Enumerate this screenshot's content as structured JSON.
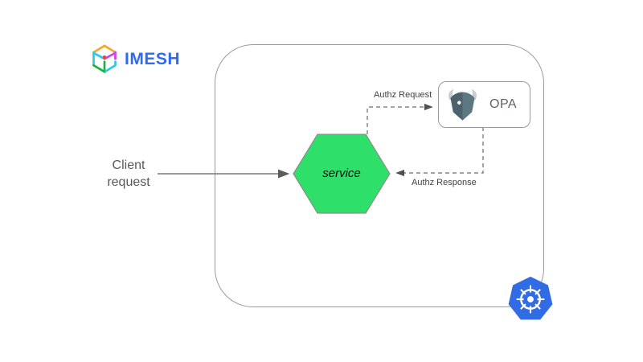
{
  "logo": {
    "brand": "IMESH",
    "brand_color": "#2F6BF0"
  },
  "cluster": {
    "border_color": "#9B9B9B",
    "badge_icon": "kubernetes-helm-icon",
    "badge_color": "#326CE5"
  },
  "labels": {
    "client_request_line1": "Client",
    "client_request_line2": "request",
    "authz_request": "Authz Request",
    "authz_response": "Authz Response"
  },
  "nodes": {
    "service": {
      "label": "service",
      "shape": "hexagon",
      "fill": "#2EE06A",
      "stroke": "#8D8D8D"
    },
    "opa": {
      "label": "OPA",
      "icon": "opa-mask-icon",
      "icon_color": "#546E7A"
    }
  },
  "connectors": {
    "client_to_service": {
      "style": "solid",
      "color": "#7A7A7A"
    },
    "service_to_opa": {
      "style": "dashed",
      "color": "#6B6B6B"
    },
    "opa_to_service": {
      "style": "dashed",
      "color": "#6B6B6B"
    }
  }
}
